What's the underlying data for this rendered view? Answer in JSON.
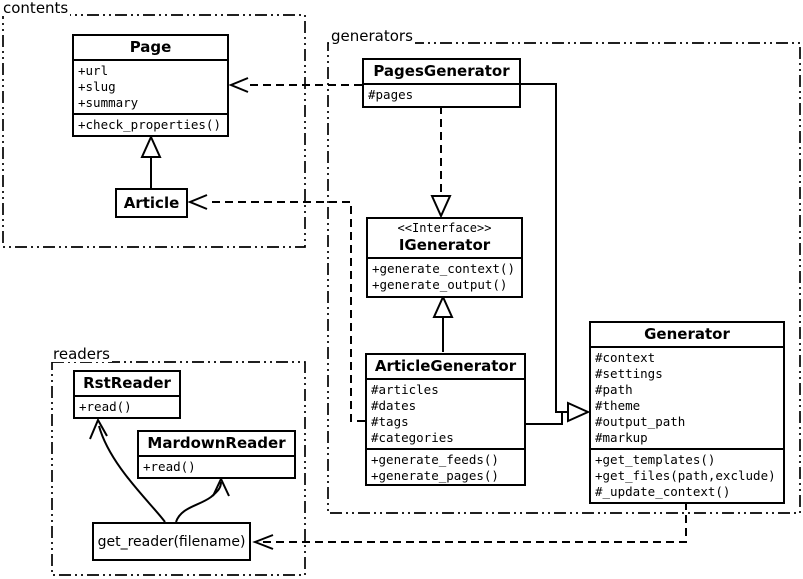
{
  "diagram": {
    "type": "uml-class-diagram",
    "ink_color": "#000000",
    "paper_color": "#ffffff"
  },
  "packages": {
    "contents": {
      "label": "contents"
    },
    "generators": {
      "label": "generators"
    },
    "readers": {
      "label": "readers"
    }
  },
  "classes": {
    "page": {
      "name": "Page",
      "attributes": [
        "+url",
        "+slug",
        "+summary"
      ],
      "methods": [
        "+check_properties()"
      ]
    },
    "article": {
      "name": "Article"
    },
    "pages_generator": {
      "name": "PagesGenerator",
      "attributes": [
        "#pages"
      ]
    },
    "igenerator": {
      "stereotype": "<<Interface>>",
      "name": "IGenerator",
      "methods": [
        "+generate_context()",
        "+generate_output()"
      ]
    },
    "article_generator": {
      "name": "ArticleGenerator",
      "attributes": [
        "#articles",
        "#dates",
        "#tags",
        "#categories"
      ],
      "methods": [
        "+generate_feeds()",
        "+generate_pages()"
      ]
    },
    "generator": {
      "name": "Generator",
      "attributes": [
        "#context",
        "#settings",
        "#path",
        "#theme",
        "#output_path",
        "#markup"
      ],
      "methods": [
        "+get_templates()",
        "+get_files(path,exclude)",
        "#_update_context()"
      ]
    },
    "rst_reader": {
      "name": "RstReader",
      "methods": [
        "+read()"
      ]
    },
    "mardown_reader": {
      "name": "MardownReader",
      "methods": [
        "+read()"
      ]
    },
    "get_reader": {
      "name": "get_reader(filename)"
    }
  },
  "relationships": [
    {
      "from": "Article",
      "to": "Page",
      "type": "generalization"
    },
    {
      "from": "PagesGenerator",
      "to": "Page",
      "type": "dependency"
    },
    {
      "from": "ArticleGenerator",
      "to": "Article",
      "type": "dependency"
    },
    {
      "from": "PagesGenerator",
      "to": "IGenerator",
      "type": "realization"
    },
    {
      "from": "ArticleGenerator",
      "to": "IGenerator",
      "type": "generalization"
    },
    {
      "from": "PagesGenerator",
      "to": "Generator",
      "type": "generalization"
    },
    {
      "from": "ArticleGenerator",
      "to": "Generator",
      "type": "generalization"
    },
    {
      "from": "Generator",
      "to": "get_reader(filename)",
      "type": "dependency"
    },
    {
      "from": "get_reader(filename)",
      "to": "RstReader",
      "type": "arrow"
    },
    {
      "from": "get_reader(filename)",
      "to": "MardownReader",
      "type": "arrow"
    }
  ]
}
